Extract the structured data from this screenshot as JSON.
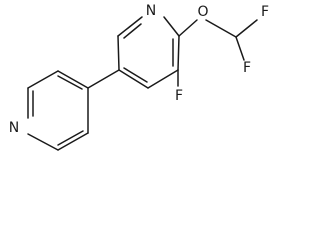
{
  "molecule": {
    "atoms": {
      "pyridine_n": "N",
      "ether_o": "O",
      "ring_f": "F",
      "chf2_f_top": "F",
      "chf2_f_bottom": "F",
      "pyridyl_n": "N"
    }
  }
}
